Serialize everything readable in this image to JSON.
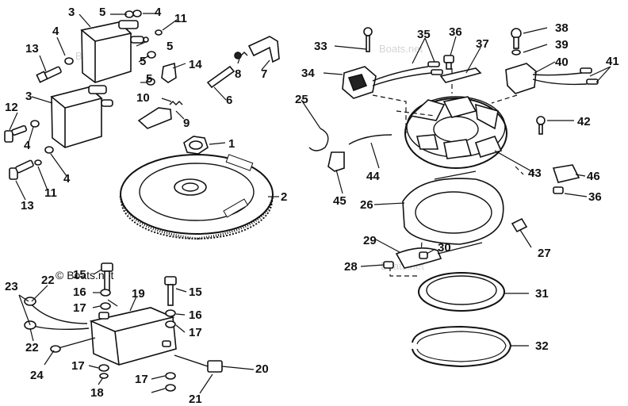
{
  "watermark": {
    "main": "© Boats.net",
    "faint": "Boats.net"
  },
  "callouts": [
    {
      "id": "c1",
      "label": "1"
    },
    {
      "id": "c2",
      "label": "2"
    },
    {
      "id": "c3a",
      "label": "3"
    },
    {
      "id": "c3b",
      "label": "3"
    },
    {
      "id": "c4a",
      "label": "4"
    },
    {
      "id": "c4b",
      "label": "4"
    },
    {
      "id": "c4c",
      "label": "4"
    },
    {
      "id": "c4d",
      "label": "4"
    },
    {
      "id": "c5a",
      "label": "5"
    },
    {
      "id": "c5b",
      "label": "5"
    },
    {
      "id": "c5c",
      "label": "5"
    },
    {
      "id": "c5d",
      "label": "5"
    },
    {
      "id": "c6",
      "label": "6"
    },
    {
      "id": "c7",
      "label": "7"
    },
    {
      "id": "c8",
      "label": "8"
    },
    {
      "id": "c9",
      "label": "9"
    },
    {
      "id": "c10",
      "label": "10"
    },
    {
      "id": "c11a",
      "label": "11"
    },
    {
      "id": "c11b",
      "label": "11"
    },
    {
      "id": "c12",
      "label": "12"
    },
    {
      "id": "c13a",
      "label": "13"
    },
    {
      "id": "c13b",
      "label": "13"
    },
    {
      "id": "c14",
      "label": "14"
    },
    {
      "id": "c15a",
      "label": "15"
    },
    {
      "id": "c15b",
      "label": "15"
    },
    {
      "id": "c16a",
      "label": "16"
    },
    {
      "id": "c16b",
      "label": "16"
    },
    {
      "id": "c17a",
      "label": "17"
    },
    {
      "id": "c17b",
      "label": "17"
    },
    {
      "id": "c17c",
      "label": "17"
    },
    {
      "id": "c17d",
      "label": "17"
    },
    {
      "id": "c18",
      "label": "18"
    },
    {
      "id": "c19",
      "label": "19"
    },
    {
      "id": "c20",
      "label": "20"
    },
    {
      "id": "c21",
      "label": "21"
    },
    {
      "id": "c22a",
      "label": "22"
    },
    {
      "id": "c22b",
      "label": "22"
    },
    {
      "id": "c23",
      "label": "23"
    },
    {
      "id": "c24",
      "label": "24"
    },
    {
      "id": "c25",
      "label": "25"
    },
    {
      "id": "c26",
      "label": "26"
    },
    {
      "id": "c27",
      "label": "27"
    },
    {
      "id": "c28",
      "label": "28"
    },
    {
      "id": "c29",
      "label": "29"
    },
    {
      "id": "c30",
      "label": "30"
    },
    {
      "id": "c31",
      "label": "31"
    },
    {
      "id": "c32",
      "label": "32"
    },
    {
      "id": "c33",
      "label": "33"
    },
    {
      "id": "c34",
      "label": "34"
    },
    {
      "id": "c35",
      "label": "35"
    },
    {
      "id": "c36a",
      "label": "36"
    },
    {
      "id": "c36b",
      "label": "36"
    },
    {
      "id": "c37",
      "label": "37"
    },
    {
      "id": "c38",
      "label": "38"
    },
    {
      "id": "c39",
      "label": "39"
    },
    {
      "id": "c40",
      "label": "40"
    },
    {
      "id": "c41",
      "label": "41"
    },
    {
      "id": "c42",
      "label": "42"
    },
    {
      "id": "c43",
      "label": "43"
    },
    {
      "id": "c44",
      "label": "44"
    },
    {
      "id": "c45",
      "label": "45"
    },
    {
      "id": "c46",
      "label": "46"
    }
  ]
}
